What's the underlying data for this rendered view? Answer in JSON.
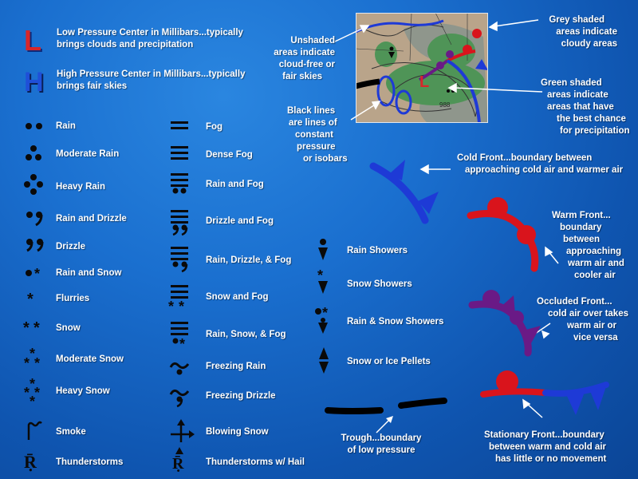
{
  "colors": {
    "low": "#d8262a",
    "high": "#1f4fd8",
    "symbol": "#0a0a0a",
    "cold": "#1e3ad6",
    "warm": "#d9141c",
    "occluded": "#6a1a86",
    "label": "#ffffff"
  },
  "pressure": {
    "low_glyph": "L",
    "low_text": "Low Pressure Center in Millibars...typically brings clouds and precipitation",
    "high_glyph": "H",
    "high_text": "High Pressure Center in Millibars...typically brings fair skies"
  },
  "col1": [
    {
      "icon": "rain-icon",
      "label": "Rain"
    },
    {
      "icon": "moderate-rain-icon",
      "label": "Moderate Rain"
    },
    {
      "icon": "heavy-rain-icon",
      "label": "Heavy Rain"
    },
    {
      "icon": "rain-and-drizzle-icon",
      "label": "Rain and Drizzle"
    },
    {
      "icon": "drizzle-icon",
      "label": "Drizzle"
    },
    {
      "icon": "rain-and-snow-icon",
      "label": "Rain and Snow"
    },
    {
      "icon": "flurries-icon",
      "label": "Flurries"
    },
    {
      "icon": "snow-icon",
      "label": "Snow"
    },
    {
      "icon": "moderate-snow-icon",
      "label": "Moderate Snow"
    },
    {
      "icon": "heavy-snow-icon",
      "label": "Heavy Snow"
    },
    {
      "icon": "smoke-icon",
      "label": "Smoke"
    },
    {
      "icon": "thunderstorm-icon",
      "label": "Thunderstorms",
      "glyph": "Ṝ"
    }
  ],
  "col2": [
    {
      "icon": "fog-icon",
      "label": "Fog"
    },
    {
      "icon": "dense-fog-icon",
      "label": "Dense Fog"
    },
    {
      "icon": "rain-and-fog-icon",
      "label": "Rain and Fog"
    },
    {
      "icon": "drizzle-and-fog-icon",
      "label": "Drizzle and Fog"
    },
    {
      "icon": "rain-drizzle-fog-icon",
      "label": "Rain, Drizzle, & Fog"
    },
    {
      "icon": "snow-and-fog-icon",
      "label": "Snow and Fog"
    },
    {
      "icon": "rain-snow-fog-icon",
      "label": "Rain, Snow, & Fog"
    },
    {
      "icon": "freezing-rain-icon",
      "label": "Freezing Rain"
    },
    {
      "icon": "freezing-drizzle-icon",
      "label": "Freezing Drizzle"
    },
    {
      "icon": "blowing-snow-icon",
      "label": "Blowing Snow"
    },
    {
      "icon": "thunderstorm-hail-icon",
      "label": "Thunderstorms w/ Hail",
      "glyph": "Ṝ"
    }
  ],
  "col3": [
    {
      "icon": "rain-showers-icon",
      "label": "Rain Showers"
    },
    {
      "icon": "snow-showers-icon",
      "label": "Snow Showers"
    },
    {
      "icon": "rain-snow-showers-icon",
      "label": "Rain & Snow Showers"
    },
    {
      "icon": "snow-ice-pellets-icon",
      "label": "Snow or Ice Pellets"
    }
  ],
  "trough": {
    "lines": [
      "Trough...boundary",
      "of low pressure"
    ]
  },
  "map": {
    "isobar_value": "988",
    "low_glyph": "L",
    "callout_unshaded": [
      "Unshaded",
      "areas indicate",
      "cloud-free or",
      "fair skies"
    ],
    "callout_grey": [
      "Grey shaded",
      "areas indicate",
      "cloudy areas"
    ],
    "callout_green": [
      "Green shaded",
      "areas indicate",
      "areas that have",
      "the best chance",
      "for precipitation"
    ],
    "callout_isobar": [
      "Black lines",
      "are lines of",
      "constant",
      "pressure",
      "or isobars"
    ]
  },
  "fronts": {
    "cold": [
      "Cold Front...boundary between",
      "approaching cold air and warmer air"
    ],
    "warm": [
      "Warm Front...",
      "boundary",
      "between",
      "approaching",
      "warm air and",
      "cooler air"
    ],
    "occluded": [
      "Occluded Front...",
      "cold air over takes",
      "warm air or",
      "vice versa"
    ],
    "stationary": [
      "Stationary Front...boundary",
      "between warm and cold air",
      "has little or no movement"
    ]
  }
}
